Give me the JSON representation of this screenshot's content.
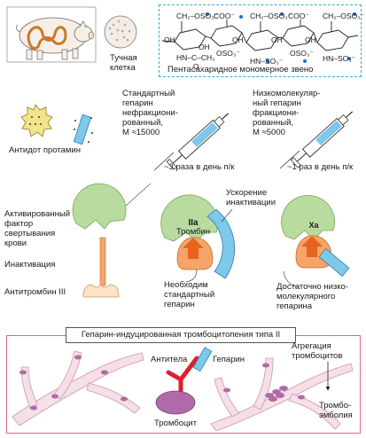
{
  "colors": {
    "heparin_chain": "#3aa6d6",
    "enzyme_green": "#b9dba0",
    "antithrombin_orange": "#f5a46a",
    "antithrombin_pale": "#fde2c6",
    "vessel_pink": "#f6dfe6",
    "platelet_purple": "#b06aa8",
    "antibody_red": "#e0202c"
  },
  "top": {
    "mast_cell": "Тучная\nклетка",
    "monomer_caption": "Пентасахаридное мономерное звено",
    "chem": {
      "ch2oso3_1": "CH₂–OSO₃⁻",
      "coo_1": "COO⁻",
      "ch2oso3_2": "CH₂–OSO₃⁻",
      "coo_2": "COO⁻",
      "ch2oso3_3": "CH₂–OSO₃⁻",
      "oh_1": "OH",
      "oh_2": "OH",
      "oh_3": "OH",
      "oh_4": "OH",
      "oh_5": "OH",
      "nh_acetyl": "HN–C–CH₃",
      "o_acetyl": "O",
      "oso3_1": "OSO₃⁻",
      "oso3_2": "OSO₃⁻",
      "hn_so3_1": "HN–SO₃⁻",
      "hn_so3_2": "HN–SO₃⁻"
    }
  },
  "syringes": {
    "std": "Стандартный\nгепарин\nнефракциони-\nрованный,\nM ≈15000",
    "std_dose": "~3 раза в день п/к",
    "lmw": "Низкомолекуляр-\nный гепарин\nфракциони-\nрованный,\nM ≈5000",
    "lmw_dose": "~1 раз в день п/к"
  },
  "antidote": "Антидот протамин",
  "mechanism": {
    "activated_factor": "Активированный\nфактор\nсвертывания\nкрови",
    "inactivation": "Инактивация",
    "antithrombin": "Антитромбин III",
    "acceleration": "Ускорение\nинактивации",
    "thrombin_code": "IIa",
    "thrombin": "Тромбин",
    "xa": "Xa",
    "needs_std": "Необходим\nстандартный\nгепарин",
    "enough_lmw": "Достаточно низко-\nмолекулярного\nгепарина"
  },
  "hit": {
    "title": "Гепарин-индуцированная тромбоцитопения типа II",
    "antibodies": "Антитела",
    "heparin": "Гепарин",
    "platelet": "Тромбоцит",
    "aggregation": "Агрегация\nтромбоцитов",
    "thromboembolism": "Тромбо-\nэмболия"
  }
}
